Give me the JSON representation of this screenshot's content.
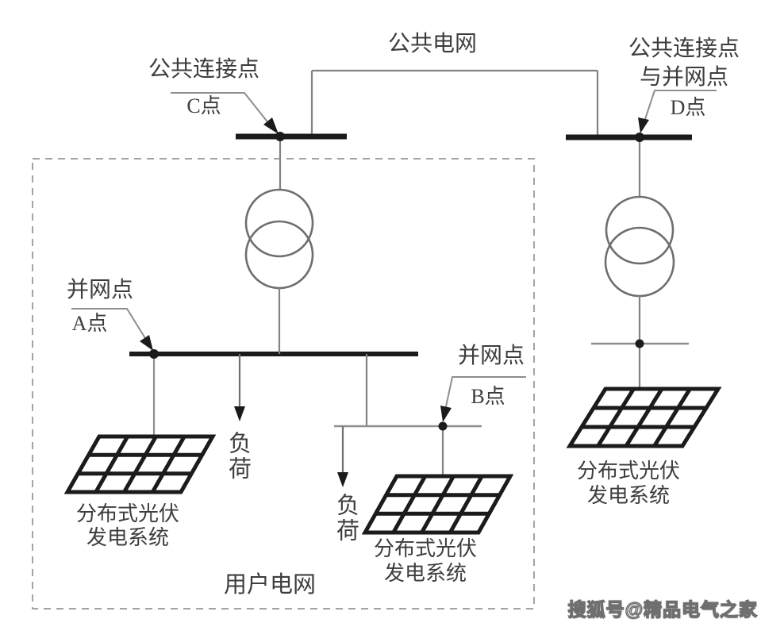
{
  "colors": {
    "background": "#ffffff",
    "wire": "#828282",
    "bus": "#1b1b1b",
    "panel": "#1b1b1b",
    "transformer": "#6e6e6e",
    "text": "#3d3d3d",
    "dashed_border": "#a3a3a3",
    "watermark_fill": "#ffffff",
    "watermark_outline": "#6f6f6f"
  },
  "symbols": {
    "transformer": "two-overlapping-circles",
    "pv_array": "slanted-grid-panel",
    "load": "down-arrow",
    "connection_node": "filled-dot"
  },
  "labels": {
    "public_grid": "公共电网",
    "pcc_c": {
      "line1": "公共连接点",
      "line2": "C点"
    },
    "pcc_d": {
      "line1": "公共连接点",
      "line2": "与并网点",
      "line3": "D点"
    },
    "poc_a": {
      "line1": "并网点",
      "line2": "A点"
    },
    "poc_b": {
      "line1": "并网点",
      "line2": "B点"
    },
    "load_left": "负荷",
    "load_mid": "负荷",
    "pv_left": {
      "line1": "分布式光伏",
      "line2": "发电系统"
    },
    "pv_mid": {
      "line1": "分布式光伏",
      "line2": "发电系统"
    },
    "pv_right": {
      "line1": "分布式光伏",
      "line2": "发电系统"
    },
    "user_grid": "用户电网",
    "watermark": "搜狐号@精品电气之家"
  }
}
